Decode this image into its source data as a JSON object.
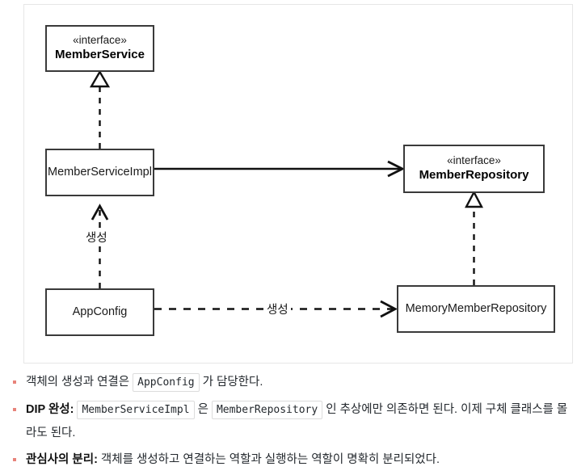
{
  "diagram": {
    "type": "uml-class-diagram",
    "boxes": [
      {
        "id": "member-service",
        "stereotype": "«interface»",
        "name": "MemberService",
        "style": "interface"
      },
      {
        "id": "member-service-impl",
        "stereotype": "",
        "name": "MemberServiceImpl",
        "style": "class"
      },
      {
        "id": "app-config",
        "stereotype": "",
        "name": "AppConfig",
        "style": "class"
      },
      {
        "id": "member-repository",
        "stereotype": "«interface»",
        "name": "MemberRepository",
        "style": "interface"
      },
      {
        "id": "memory-member-repository",
        "stereotype": "",
        "name": "MemoryMemberRepository",
        "style": "class"
      }
    ],
    "edges": [
      {
        "id": "impl-realizes-service",
        "from": "member-service-impl",
        "to": "member-service",
        "line": "dashed",
        "arrowhead": "hollow-triangle",
        "label": ""
      },
      {
        "id": "impl-uses-repository",
        "from": "member-service-impl",
        "to": "member-repository",
        "line": "solid",
        "arrowhead": "open",
        "label": ""
      },
      {
        "id": "appconfig-creates-impl",
        "from": "app-config",
        "to": "member-service-impl",
        "line": "dashed",
        "arrowhead": "open",
        "label": "생성"
      },
      {
        "id": "appconfig-creates-memory-repo",
        "from": "app-config",
        "to": "memory-member-repository",
        "line": "dashed",
        "arrowhead": "open",
        "label": "생성"
      },
      {
        "id": "memory-repo-realizes-repository",
        "from": "memory-member-repository",
        "to": "member-repository",
        "line": "dashed",
        "arrowhead": "hollow-triangle",
        "label": ""
      }
    ]
  },
  "notes": {
    "items": [
      {
        "id": "note-object-creation",
        "lead": "",
        "before": "객체의 생성과 연결은 ",
        "code1": "AppConfig",
        "middle": " 가 담당한다.",
        "code2": "",
        "after": ""
      },
      {
        "id": "note-dip",
        "lead": "DIP 완성:",
        "before": " ",
        "code1": "MemberServiceImpl",
        "middle": " 은 ",
        "code2": "MemberRepository",
        "after": " 인 추상에만 의존하면 된다. 이제 구체 클래스를 몰라도 된다."
      },
      {
        "id": "note-separation-of-concerns",
        "lead": "관심사의 분리:",
        "before": " 객체를 생성하고 연결하는 역할과 실행하는 역할이 명확히 분리되었다.",
        "code1": "",
        "middle": "",
        "code2": "",
        "after": ""
      }
    ]
  },
  "colors": {
    "box_border": "#3a3a3a",
    "edge_line": "#111111",
    "frame_border": "#e6e6e6",
    "bullet": "#e8837a",
    "chip_border": "#dcdcdc",
    "text": "#24292e"
  }
}
